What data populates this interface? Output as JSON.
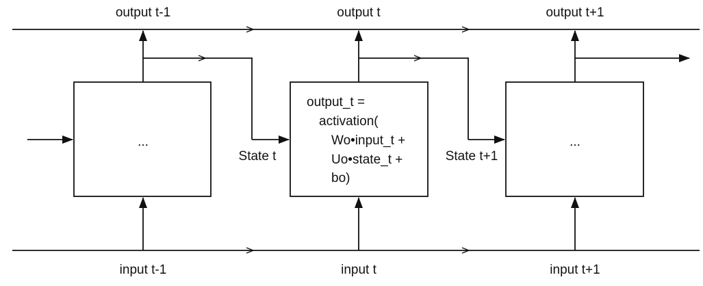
{
  "outputs": {
    "prev": "output t-1",
    "cur": "output t",
    "next": "output t+1"
  },
  "inputs": {
    "prev": "input t-1",
    "cur": "input t",
    "next": "input t+1"
  },
  "states": {
    "cur": "State t",
    "next": "State t+1"
  },
  "cells": {
    "left_placeholder": "...",
    "right_placeholder": "...",
    "middle_lines": [
      "output_t =",
      "activation(",
      "Wo•input_t +",
      "Uo•state_t +",
      "bo)"
    ]
  }
}
